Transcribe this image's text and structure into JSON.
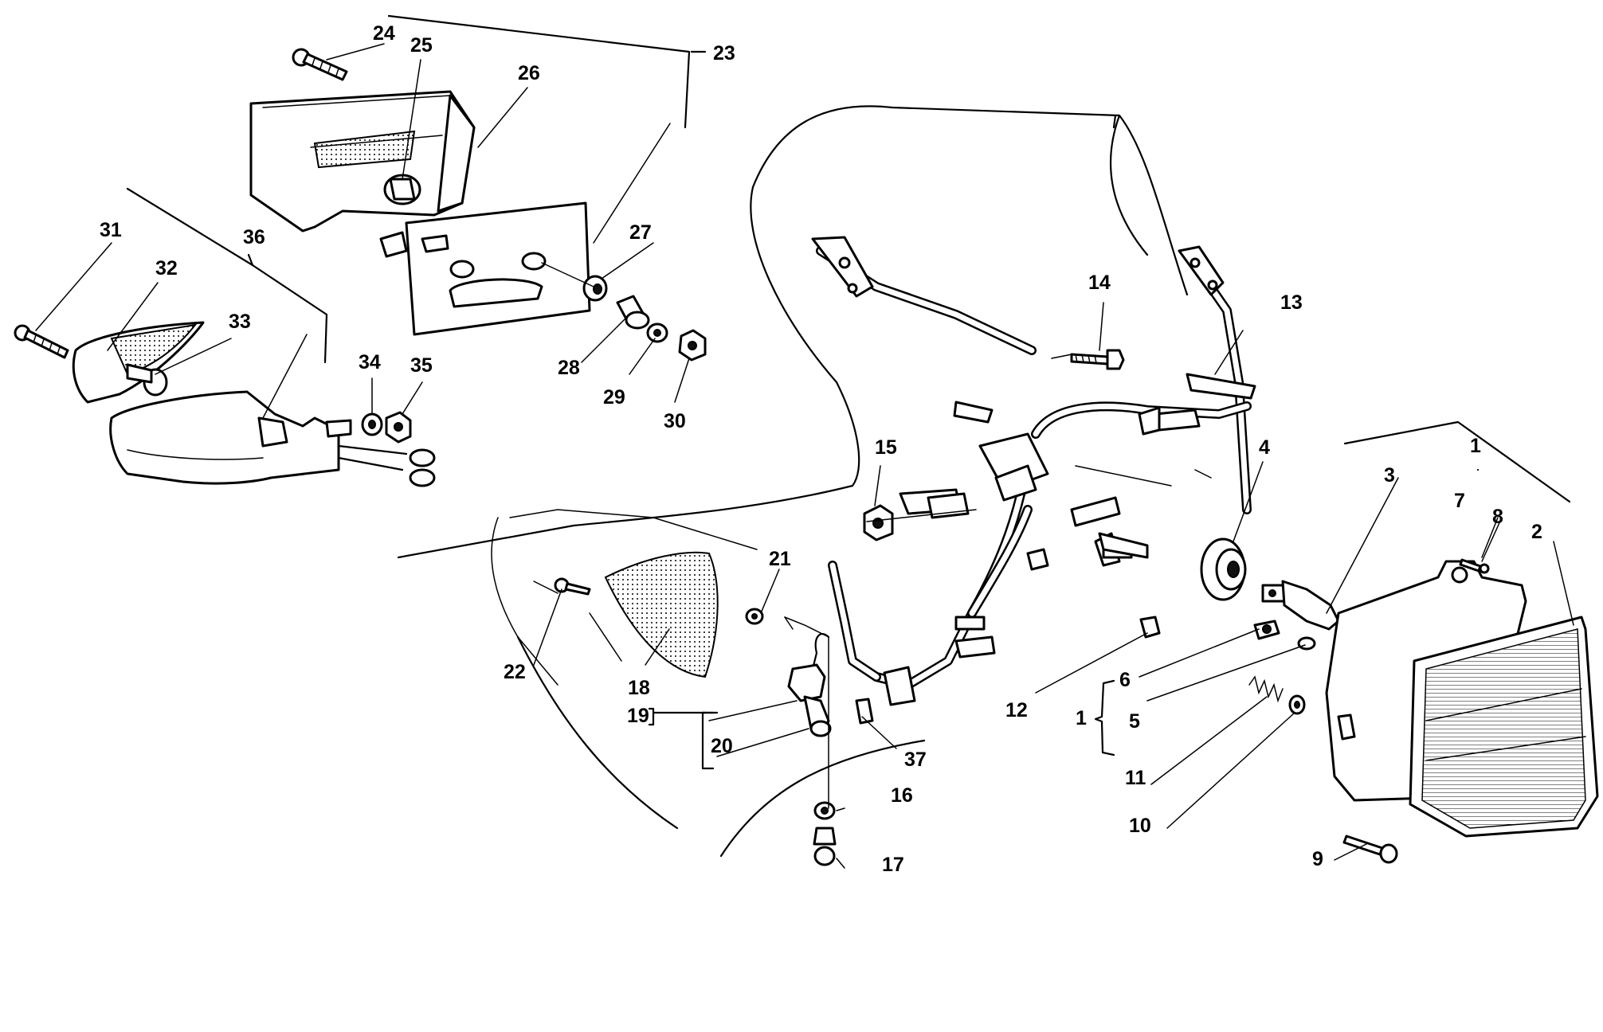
{
  "callouts": [
    "1",
    "2",
    "3",
    "4",
    "5",
    "6",
    "7",
    "8",
    "9",
    "10",
    "11",
    "12",
    "13",
    "14",
    "15",
    "16",
    "17",
    "18",
    "19",
    "20",
    "21",
    "22",
    "23",
    "24",
    "25",
    "26",
    "27",
    "28",
    "29",
    "30",
    "31",
    "32",
    "33",
    "34",
    "35",
    "36",
    "37"
  ],
  "group_label": "1",
  "colors": {
    "ink": "#000000",
    "paper": "#ffffff"
  }
}
